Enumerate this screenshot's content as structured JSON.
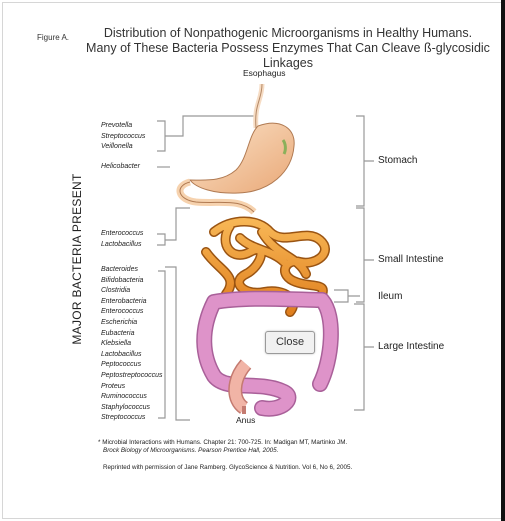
{
  "figure_label": "Figure A.",
  "title_line1": "Distribution of Nonpathogenic Microorganisms in Healthy Humans.",
  "title_line2": "Many of These Bacteria Possess Enzymes That Can Cleave ß-glycosidic Linkages",
  "y_axis_label": "MAJOR BACTERIA PRESENT",
  "endpoints": {
    "top": "Esophagus",
    "bottom": "Anus"
  },
  "organs": [
    "Stomach",
    "Small Intestine",
    "Ileum",
    "Large Intestine"
  ],
  "groups": {
    "upper": [
      "Prevotella",
      "Streptococcus",
      "Veillonella"
    ],
    "stomach": [
      "Helicobacter"
    ],
    "small_intestine": [
      "Enterococcus",
      "Lactobacillus"
    ],
    "large_intestine": [
      "Bacteroides",
      "Bifidobacteria",
      "Clostridia",
      "Enterobacteria",
      "Enterococcus",
      "Escherichia",
      "Eubacteria",
      "Klebsiella",
      "Lactobacillus",
      "Peptococcus",
      "Peptostreptococcus",
      "Proteus",
      "Ruminococcus",
      "Staphylococcus",
      "Streptococcus"
    ]
  },
  "footnote_line1": "* Microbial Interactions with Humans. Chapter 21: 700-725. In: Madigan MT, Martinko JM.",
  "footnote_line2": "Brock Biology of Microorganisms. Pearson Prentice Hall, 2005.",
  "reprint": "Reprinted with permission of Jane Ramberg. GlycoScience & Nutrition. Vol 6, No 6, 2005.",
  "close_button": "Close",
  "colors": {
    "stomach": "#f4c69a",
    "small_intestine": "#f0992e",
    "large_intestine": "#de93c9",
    "rectum": "#f1b4a6",
    "bracket": "#999999"
  }
}
